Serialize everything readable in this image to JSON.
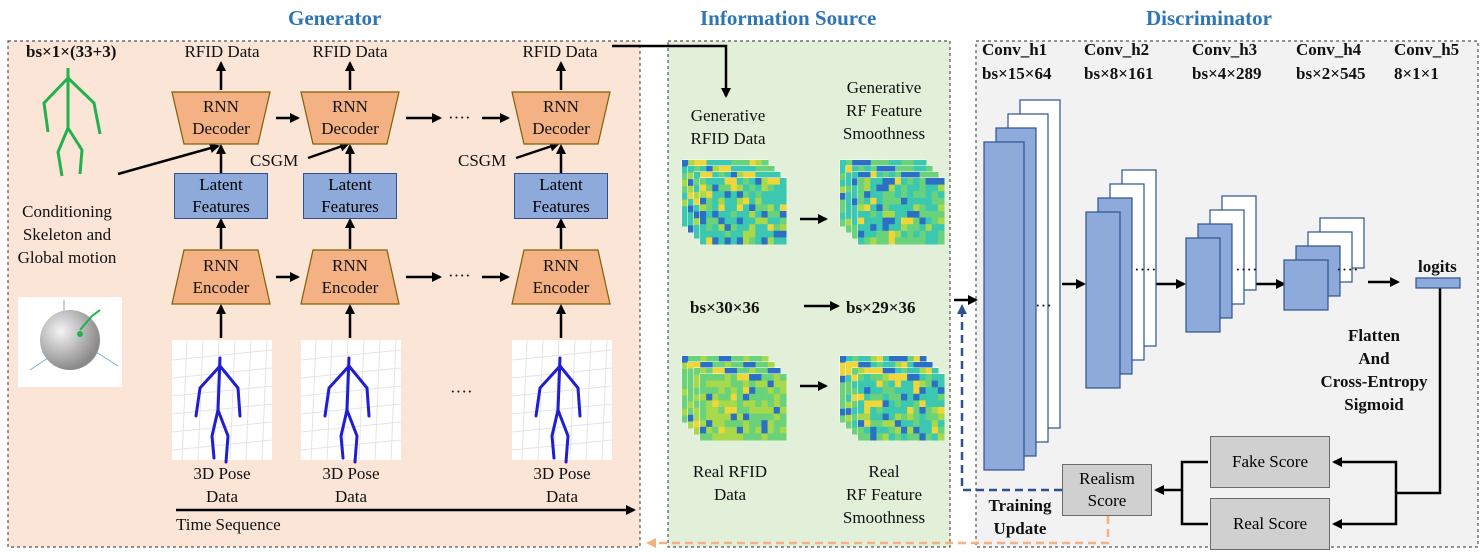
{
  "titles": {
    "generator": "Generator",
    "information_source": "Information Source",
    "discriminator": "Discriminator"
  },
  "generator": {
    "input_shape": "bs×1×(33+3)",
    "conditioning_label": "Conditioning\nSkeleton and\nGlobal motion",
    "rfid_output_label": "RFID Data",
    "decoder_label": "RNN\nDecoder",
    "encoder_label": "RNN\nEncoder",
    "latent_label": "Latent\nFeatures",
    "csgm_label": "CSGM",
    "ellipsis": "····",
    "pose_label": "3D Pose\nData",
    "time_label": "Time Sequence"
  },
  "information_source": {
    "gen_rfid": "Generative\nRFID Data",
    "gen_smooth": "Generative\nRF Feature\nSmoothness",
    "shape_in": "bs×30×36",
    "shape_out": "bs×29×36",
    "real_rfid": "Real RFID\nData",
    "real_smooth": "Real\nRF Feature\nSmoothness"
  },
  "discriminator": {
    "layers": [
      {
        "name": "Conv_h1",
        "shape": "bs×15×64"
      },
      {
        "name": "Conv_h2",
        "shape": "bs×8×161"
      },
      {
        "name": "Conv_h3",
        "shape": "bs×4×289"
      },
      {
        "name": "Conv_h4",
        "shape": "bs×2×545"
      },
      {
        "name": "Conv_h5",
        "shape": "8×1×1"
      }
    ],
    "logits": "logits",
    "flatten_label": "Flatten\nAnd\nCross-Entropy\nSigmoid",
    "fake_score": "Fake Score",
    "real_score": "Real Score",
    "realism_score": "Realism\nScore",
    "training_update": "Training\nUpdate",
    "dots": "····",
    "dots_short": "···"
  }
}
